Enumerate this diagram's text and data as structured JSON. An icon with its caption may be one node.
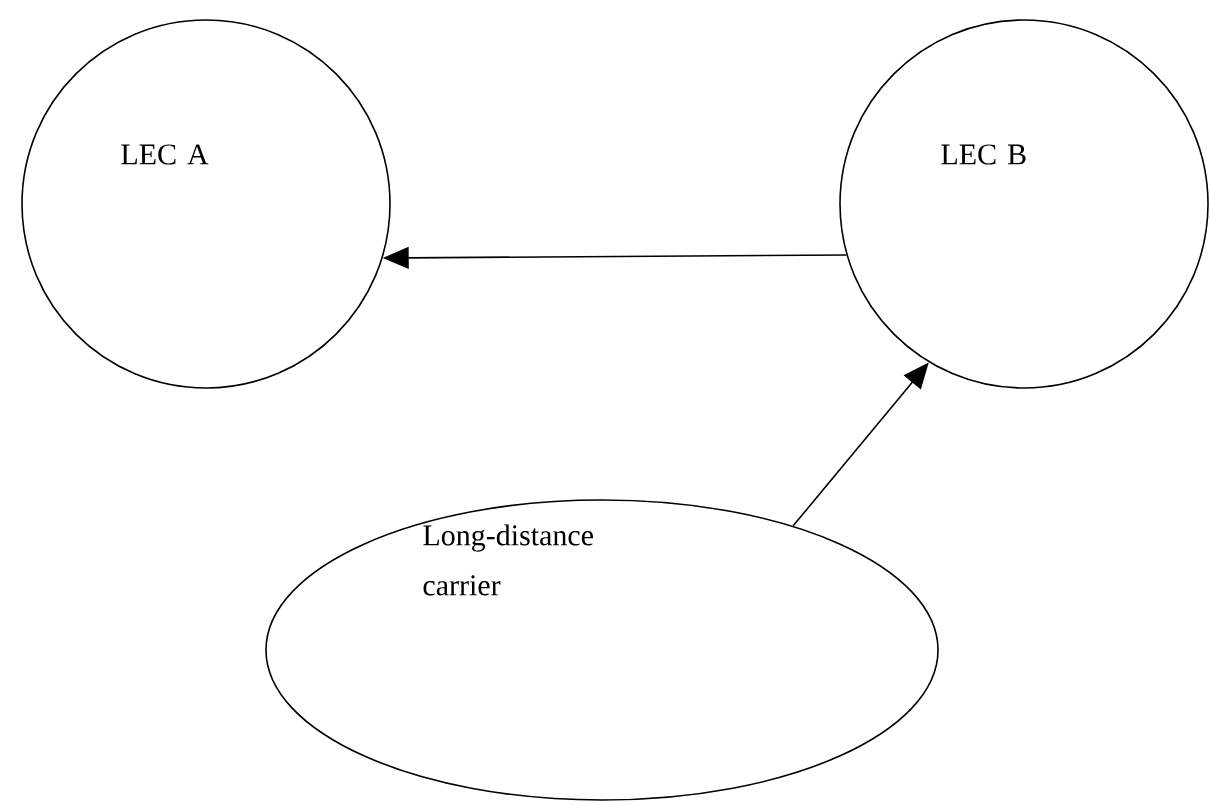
{
  "diagram": {
    "nodes": [
      {
        "text": [
          "LEC A"
        ]
      },
      {
        "text": [
          "LEC B"
        ]
      },
      {
        "text": [
          "Long-distance carrier"
        ]
      }
    ],
    "edges": [
      {
        "from": 1,
        "to": 0,
        "arrow": "to"
      },
      {
        "from": 2,
        "to": 1,
        "arrow": "to"
      }
    ]
  }
}
